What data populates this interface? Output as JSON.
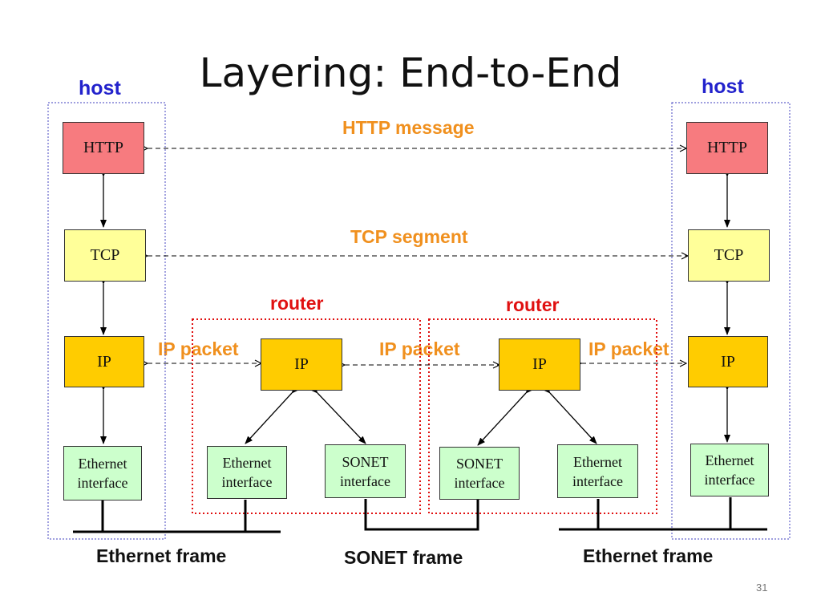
{
  "title": "Layering: End-to-End",
  "hosts": {
    "left_label": "host",
    "right_label": "host"
  },
  "routers": {
    "left_label": "router",
    "right_label": "router"
  },
  "messages": {
    "http": "HTTP message",
    "tcp": "TCP segment",
    "ip_left": "IP packet",
    "ip_middle": "IP packet",
    "ip_right": "IP packet"
  },
  "layers": {
    "http": "HTTP",
    "tcp": "TCP",
    "ip": "IP"
  },
  "interfaces": {
    "ethernet_line1": "Ethernet",
    "ethernet_line2": "interface",
    "sonet_line1": "SONET",
    "sonet_line2": "interface"
  },
  "frames": {
    "left": "Ethernet frame",
    "middle": "SONET frame",
    "right": "Ethernet frame"
  },
  "page_number": "31",
  "colors": {
    "host_border": "#6666cc",
    "router_border": "#e01010",
    "http_fill": "#f77b7f",
    "tcp_fill": "#ffff99",
    "ip_fill": "#ffcc00",
    "iface_fill": "#ccffcc",
    "message_text": "#f0901e",
    "router_text": "#e01010",
    "host_text": "#2222cc"
  }
}
